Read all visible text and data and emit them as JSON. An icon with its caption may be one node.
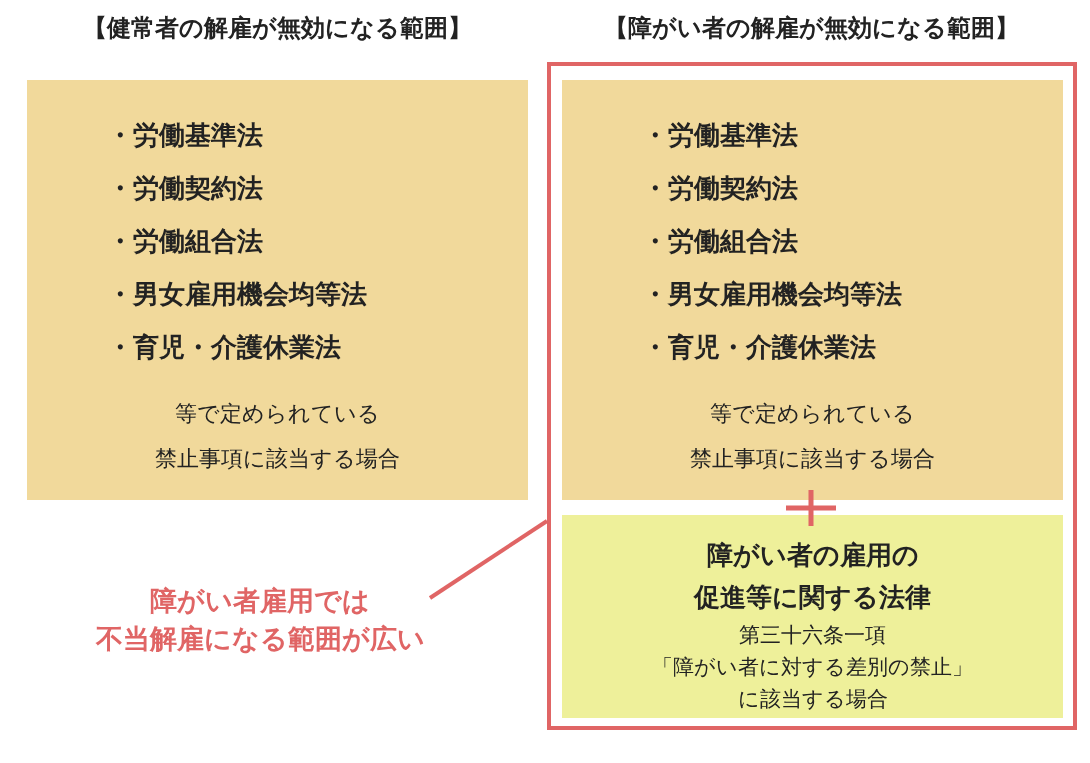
{
  "diagram": {
    "nodes": [
      {
        "text": [
          "【健常者の解雇が無効になる範囲】",
          "・労働基準法",
          "・労働契約法",
          "・労働組合法",
          "・男女雇用機会均等法",
          "・育児・介護休業法",
          "等で定められている禁止事項に該当する場合"
        ]
      },
      {
        "text": [
          "【障がい者の解雇が無効になる範囲】"
        ]
      },
      {
        "text": [
          "・労働基準法",
          "・労働契約法",
          "・労働組合法",
          "・男女雇用機会均等法",
          "・育児・介護休業法",
          "等で定められている禁止事項に該当する場合"
        ],
        "in": 1
      },
      {
        "text": [
          "障がい者の雇用の促進等に関する法律",
          "第三十六条一項「障がい者に対する差別の禁止」に該当する場合"
        ],
        "in": 1
      },
      {
        "text": [
          "障がい者雇用では不当解雇になる範囲が広い"
        ]
      }
    ],
    "edges": [
      {
        "from": 4,
        "to": 1,
        "arrow": "none",
        "color": "#e06565"
      }
    ]
  }
}
